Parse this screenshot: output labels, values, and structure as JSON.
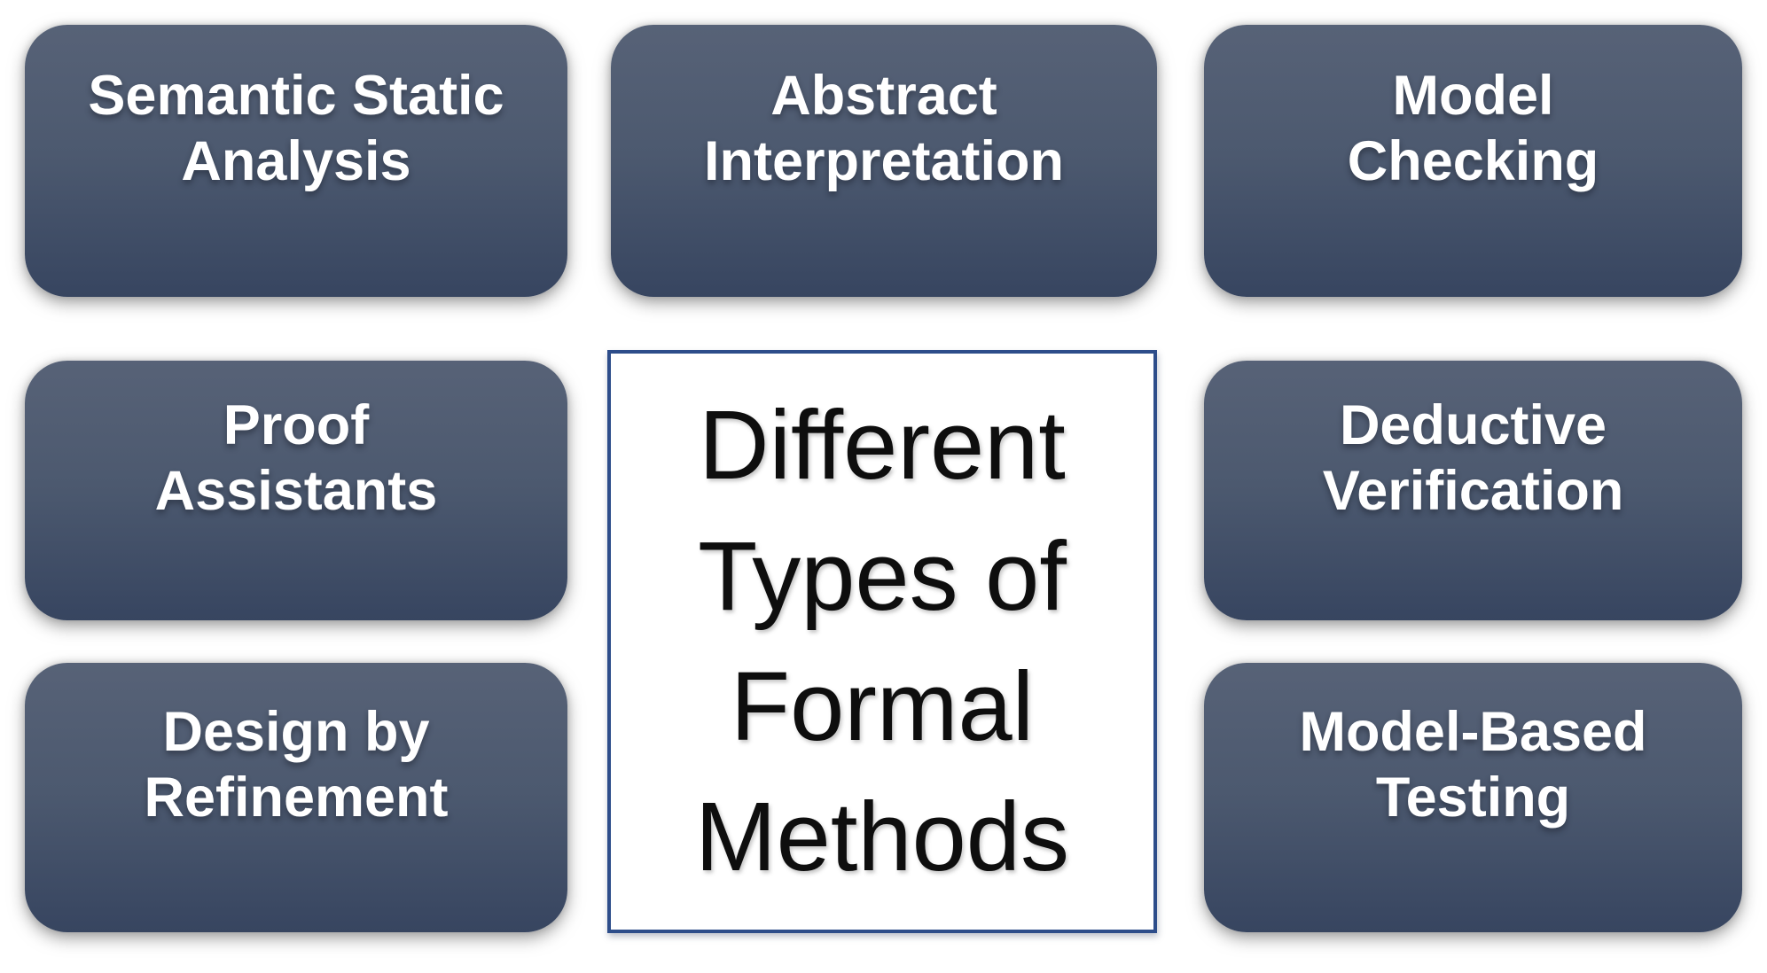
{
  "diagram": {
    "center_box": {
      "text": "Different\nTypes of\nFormal\nMethods",
      "border_color": "#2d4d8a",
      "background": "#ffffff",
      "text_color": "#0e0e0e"
    },
    "boxes": [
      {
        "id": "semantic-static-analysis",
        "label": "Semantic Static\nAnalysis"
      },
      {
        "id": "abstract-interpretation",
        "label": "Abstract\nInterpretation"
      },
      {
        "id": "model-checking",
        "label": "Model\nChecking"
      },
      {
        "id": "proof-assistants",
        "label": "Proof\nAssistants"
      },
      {
        "id": "deductive-verification",
        "label": "Deductive\nVerification"
      },
      {
        "id": "design-by-refinement",
        "label": "Design by\nRefinement"
      },
      {
        "id": "model-based-testing",
        "label": "Model-Based\nTesting"
      }
    ],
    "colors": {
      "box_gradient_top": "#576277",
      "box_gradient_mid": "#4c596f",
      "box_gradient_bottom": "#374560",
      "box_text": "#ffffff",
      "page_background": "#ffffff"
    }
  }
}
